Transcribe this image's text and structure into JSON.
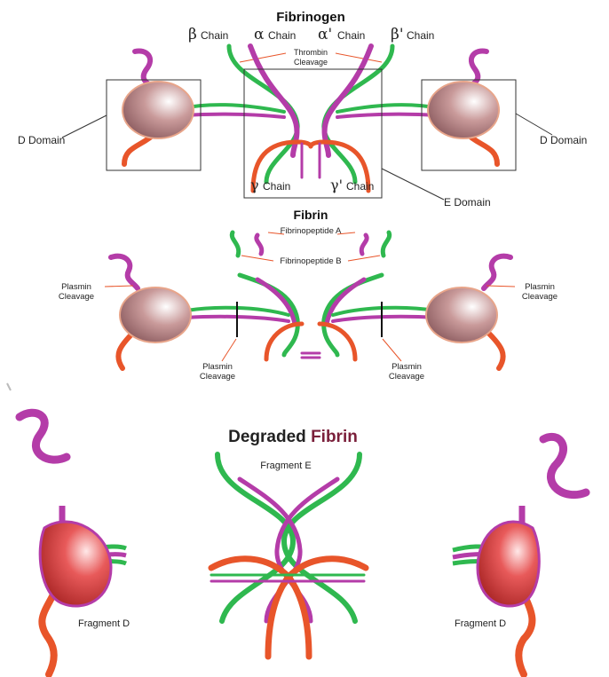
{
  "fibrinogen": {
    "title": "Fibrinogen",
    "chains": {
      "beta": "β",
      "alpha": "α",
      "alpha_prime": "α'",
      "beta_prime": "β'",
      "gamma": "γ",
      "gamma_prime": "γ'",
      "chain_word": "Chain"
    },
    "thrombin_cleavage_line1": "Thrombin",
    "thrombin_cleavage_line2": "Cleavage",
    "d_domain_left": "D Domain",
    "d_domain_right": "D Domain",
    "e_domain": "E Domain"
  },
  "fibrin": {
    "title": "Fibrin",
    "fibrinopeptide_a": "Fibrinopeptide A",
    "fibrinopeptide_b": "Fibrinopeptide B",
    "plasmin_left_line1": "Plasmin",
    "plasmin_left_line2": "Cleavage",
    "plasmin_right_line1": "Plasmin",
    "plasmin_right_line2": "Cleavage",
    "plasmin_bottom_left_line1": "Plasmin",
    "plasmin_bottom_left_line2": "Cleavage",
    "plasmin_bottom_right_line1": "Plasmin",
    "plasmin_bottom_right_line2": "Cleavage"
  },
  "degraded": {
    "title_part1": "Degraded ",
    "title_part2": "Fibrin",
    "fragment_e": "Fragment E",
    "fragment_d_left": "Fragment D",
    "fragment_d_right": "Fragment D"
  },
  "colors": {
    "alpha_chain": "#b43ca8",
    "beta_chain": "#2fb84f",
    "gamma_chain": "#e8552a",
    "globule": "#c98c8c",
    "degraded_globule": "#e04848"
  }
}
